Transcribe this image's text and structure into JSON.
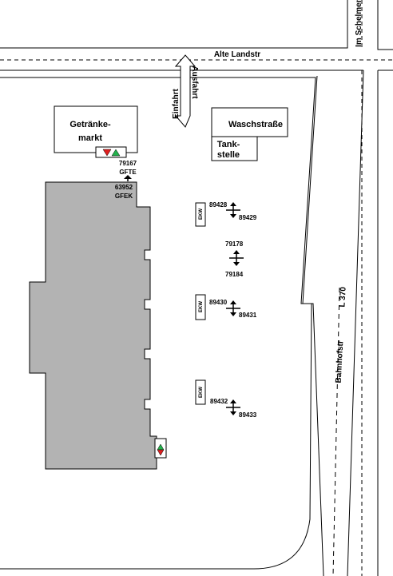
{
  "roads": {
    "alte_landstr": "Alte Landstr",
    "im_schelmen": "Im Schelmen",
    "bahnhofstr": "Bahnhofstr",
    "l370": "L 370"
  },
  "access": {
    "einfahrt": "Einfahrt",
    "ausfahrt": "Ausfahrt"
  },
  "buildings": {
    "getraenkemarkt_line1": "Getränke-",
    "getraenkemarkt_line2": "markt",
    "waschstrasse": "Waschstraße",
    "tankstelle_line1": "Tank-",
    "tankstelle_line2": "stelle"
  },
  "entrance": {
    "code_top": "79167",
    "tag_top": "GFTE",
    "code_bottom": "63952",
    "tag_bottom": "GFEK"
  },
  "parking_rows": [
    {
      "ekw": "EKW",
      "code_a": "89428",
      "code_b": "89429"
    },
    {
      "ekw": "",
      "code_a": "79178",
      "code_b": "79184"
    },
    {
      "ekw": "EKW",
      "code_a": "89430",
      "code_b": "89431"
    },
    {
      "ekw": "EKW",
      "code_a": "89432",
      "code_b": "89433"
    }
  ],
  "colors": {
    "building_fill": "#b3b3b3",
    "line": "#000000",
    "marker_red": "#e02020",
    "marker_green": "#22b24c"
  }
}
